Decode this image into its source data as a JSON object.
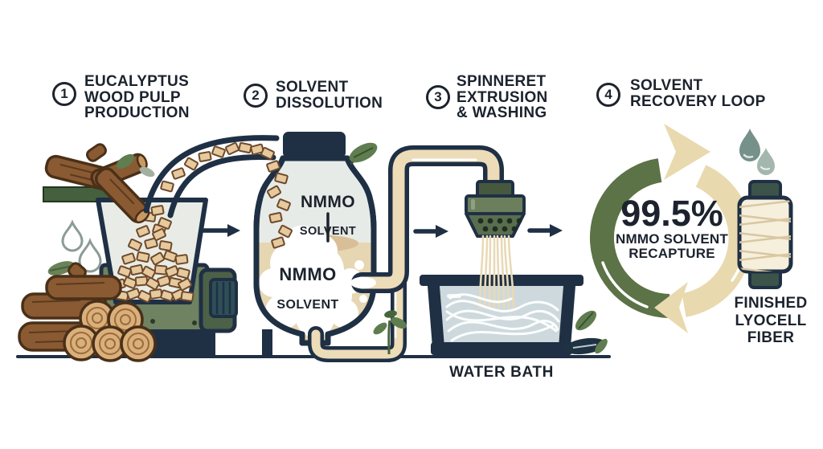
{
  "process": {
    "steps": [
      {
        "number": "1",
        "title": "EUCALYPTUS\nWOOD PULP\nPRODUCTION"
      },
      {
        "number": "2",
        "title": "SOLVENT\nDISSOLUTION"
      },
      {
        "number": "3",
        "title": "SPINNERET\nEXTRUSION\n& WASHING"
      },
      {
        "number": "4",
        "title": "SOLVENT\nRECOVERY LOOP"
      }
    ]
  },
  "dissolution_vessel": {
    "callout": {
      "line1": "NMMO",
      "line2": "SOLVENT"
    },
    "liquid_label": {
      "line1": "NMMO",
      "line2": "SOLVENT"
    }
  },
  "water_bath": {
    "label": "WATER BATH"
  },
  "recovery_loop": {
    "percent": "99.5%",
    "caption_line1": "NMMO SOLVENT",
    "caption_line2": "RECAPTURE"
  },
  "finished_fiber": {
    "label": "FINISHED\nLYOCELL\nFIBER"
  },
  "palette": {
    "outline_navy": "#1f3045",
    "text_dark": "#1c232e",
    "machine_olive": "#6f8261",
    "loop_green": "#5c7247",
    "loop_beige": "#e9d9ae",
    "solvent_beige": "#e6d6b1",
    "water_blue": "#cdd9dd",
    "wood_brown": "#8a5a33",
    "chip_tan": "#e7c99e",
    "leaf_green": "#5f7d4f",
    "fiber_cream": "#f6efdc"
  }
}
